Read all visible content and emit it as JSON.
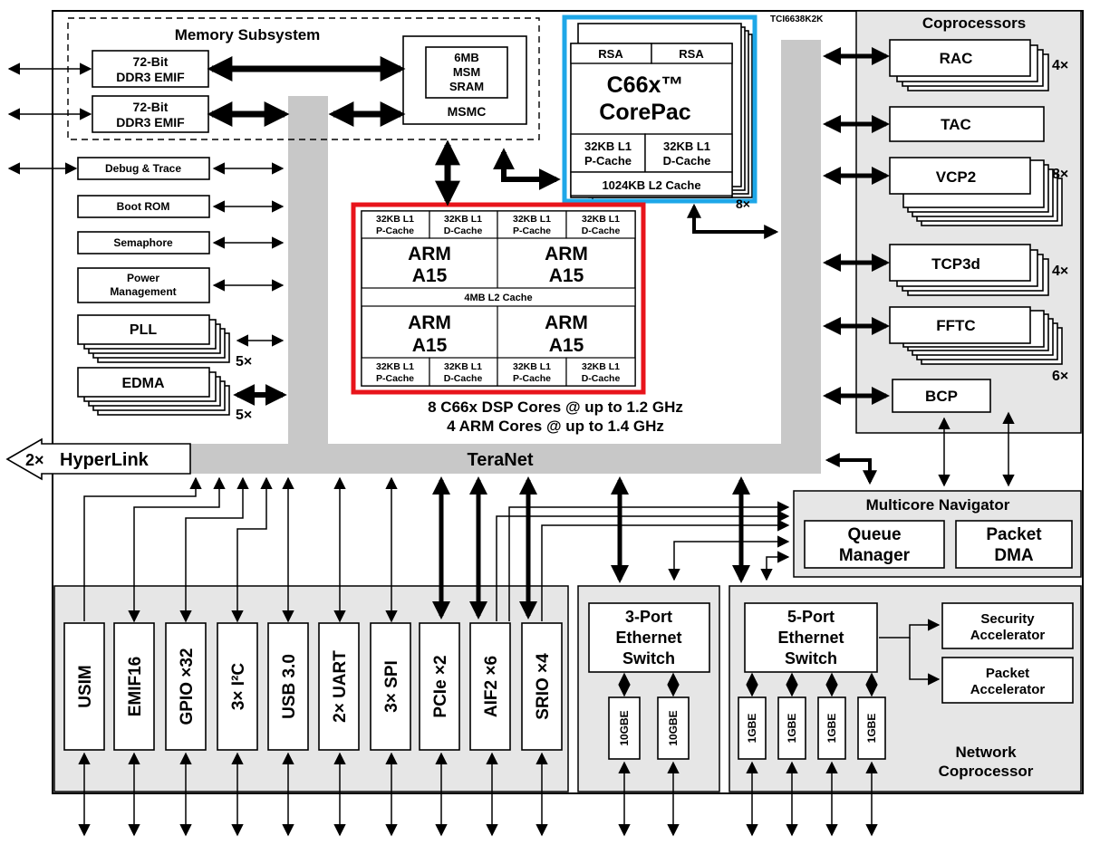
{
  "chip": {
    "part_number": "TCI6638K2K",
    "hyperlink": {
      "multiplier": "2×",
      "label": "HyperLink"
    },
    "teranet": "TeraNet",
    "cores_line1": "8 C66x DSP Cores @ up to 1.2 GHz",
    "cores_line2": "4 ARM Cores @ up to 1.4 GHz"
  },
  "memory_subsystem": {
    "title": "Memory Subsystem",
    "emif1": [
      "72-Bit",
      "DDR3 EMIF"
    ],
    "emif2": [
      "72-Bit",
      "DDR3 EMIF"
    ],
    "msm_sram": [
      "6MB",
      "MSM",
      "SRAM"
    ],
    "msmc": "MSMC"
  },
  "peripherals_left": {
    "debug": "Debug & Trace",
    "boot_rom": "Boot ROM",
    "semaphore": "Semaphore",
    "power": [
      "Power",
      "Management"
    ],
    "pll": {
      "label": "PLL",
      "mult": "5×"
    },
    "edma": {
      "label": "EDMA",
      "mult": "5×"
    }
  },
  "corepac": {
    "rsa1": "RSA",
    "rsa2": "RSA",
    "title1": "C66x™",
    "title2": "CorePac",
    "l1p": [
      "32KB L1",
      "P-Cache"
    ],
    "l1d": [
      "32KB L1",
      "D-Cache"
    ],
    "l2": "1024KB L2 Cache",
    "mult": "8×",
    "highlight_color": "#1ea7e8"
  },
  "arm_cluster": {
    "highlight_color": "#e8141b",
    "l1_top": [
      [
        "32KB L1",
        "P-Cache"
      ],
      [
        "32KB L1",
        "D-Cache"
      ],
      [
        "32KB L1",
        "P-Cache"
      ],
      [
        "32KB L1",
        "D-Cache"
      ]
    ],
    "l1_bottom": [
      [
        "32KB L1",
        "P-Cache"
      ],
      [
        "32KB L1",
        "D-Cache"
      ],
      [
        "32KB L1",
        "P-Cache"
      ],
      [
        "32KB L1",
        "D-Cache"
      ]
    ],
    "cores": [
      [
        "ARM",
        "A15"
      ],
      [
        "ARM",
        "A15"
      ],
      [
        "ARM",
        "A15"
      ],
      [
        "ARM",
        "A15"
      ]
    ],
    "l2": "4MB L2 Cache"
  },
  "coprocessors": {
    "title": "Coprocessors",
    "rac": {
      "label": "RAC",
      "mult": "4×"
    },
    "tac": {
      "label": "TAC"
    },
    "vcp2": {
      "label": "VCP2",
      "mult": "8×"
    },
    "tcp3d": {
      "label": "TCP3d",
      "mult": "4×"
    },
    "fftc": {
      "label": "FFTC",
      "mult": "6×"
    },
    "bcp": {
      "label": "BCP"
    }
  },
  "navigator": {
    "title": "Multicore Navigator",
    "queue_manager": [
      "Queue",
      "Manager"
    ],
    "packet_dma": [
      "Packet",
      "DMA"
    ]
  },
  "io_peripherals": [
    {
      "id": "usim",
      "label": "USIM"
    },
    {
      "id": "emif16",
      "label": "EMIF16"
    },
    {
      "id": "gpio",
      "label": "GPIO ×32"
    },
    {
      "id": "i2c",
      "label": "3× I²C"
    },
    {
      "id": "usb",
      "label": "USB 3.0"
    },
    {
      "id": "uart",
      "label": "2× UART"
    },
    {
      "id": "spi",
      "label": "3× SPI"
    },
    {
      "id": "pcie",
      "label": "PCIe ×2"
    },
    {
      "id": "aif2",
      "label": "AIF2 ×6"
    },
    {
      "id": "srio",
      "label": "SRIO ×4"
    }
  ],
  "eth3": {
    "title": [
      "3-Port",
      "Ethernet",
      "Switch"
    ],
    "ports": [
      "10GBE",
      "10GBE"
    ]
  },
  "netcp": {
    "switch_title": [
      "5-Port",
      "Ethernet",
      "Switch"
    ],
    "ports": [
      "1GBE",
      "1GBE",
      "1GBE",
      "1GBE"
    ],
    "security": [
      "Security",
      "Accelerator"
    ],
    "packet": [
      "Packet",
      "Accelerator"
    ],
    "title": [
      "Network",
      "Coprocessor"
    ]
  }
}
